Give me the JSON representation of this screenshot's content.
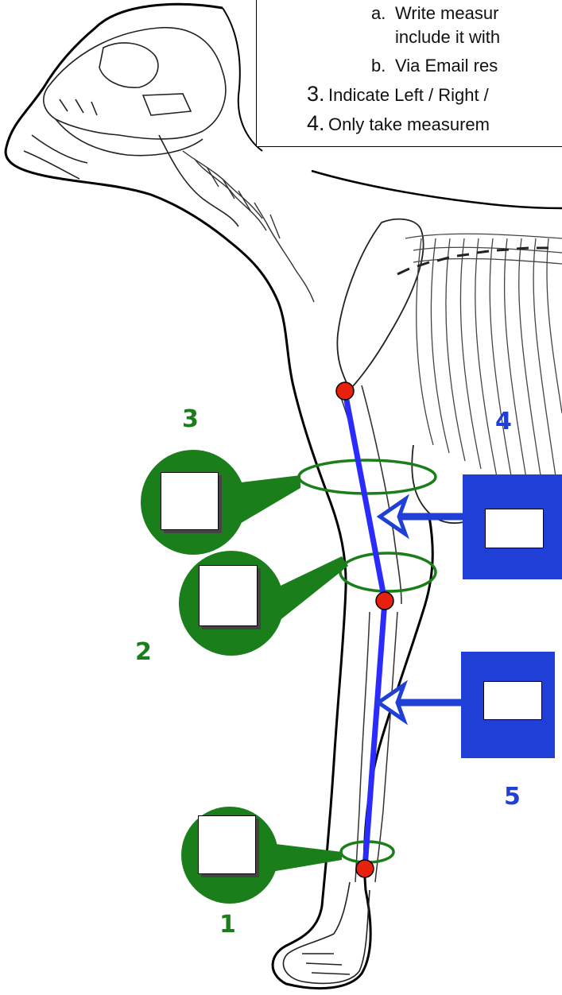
{
  "instructions": [
    {
      "marker": "a.",
      "text": "Write measur",
      "continuation": "include it with"
    },
    {
      "marker": "b.",
      "text": "Via Email res"
    },
    {
      "marker": "3.",
      "text": "Indicate Left / Right /"
    },
    {
      "marker": "4.",
      "text": "Only take measurem"
    }
  ],
  "labels": {
    "m1": "1",
    "m2": "2",
    "m3": "3",
    "m4": "4",
    "m5": "5"
  },
  "colors": {
    "green": "#1a7f1a",
    "blue": "#1f3fd6",
    "bone_line": "#2b2bff",
    "joint": "#e8200e"
  }
}
